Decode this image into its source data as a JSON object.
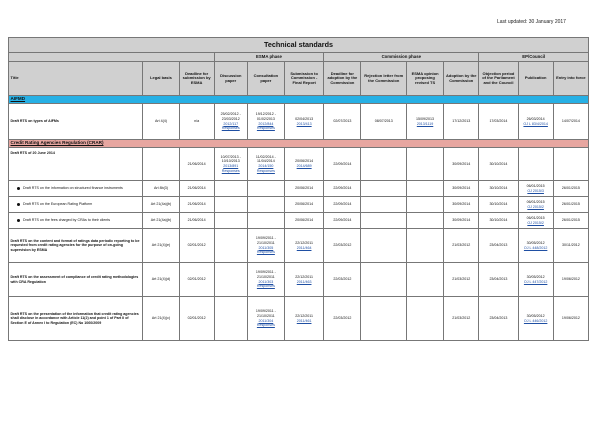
{
  "last_updated": "Last updated: 30 January 2017",
  "table_title": "Technical standards",
  "phases": {
    "esma": "ESMA phase",
    "commission": "Commission phase",
    "ep_council": "EP/Council"
  },
  "columns": {
    "title": "Title",
    "legal_basis": "Legal basis",
    "deadline_esma": "Deadline for submission by ESMA",
    "discussion": "Discussion paper",
    "consultation": "Consultation paper",
    "submission": "Submission to Commission - Final Report",
    "deadline_commission": "Deadline for adoption by the Commission",
    "rejection": "Rejection letter from the Commission",
    "esma_opinion": "ESMA opinion proposing revised TS",
    "adoption": "Adoption by the Commission",
    "objection": "Objection period of the Parliament and the Council",
    "publication": "Publication",
    "entry": "Entry into force"
  },
  "sections": {
    "aifmd": "AIFMD",
    "cra": "Credit Rating Agencies Regulation (CRAR)"
  },
  "rows": [
    {
      "title": "Draft RTS on types of AIFMs",
      "legal": "Art 4(4)",
      "deadline_esma": "n/a",
      "disc_dates": "25/02/2012 - 23/03/2012",
      "disc_link": "2012/117",
      "disc_resp": "Responses",
      "cons_dates": "19/12/2012 - 01/02/2013",
      "cons_link": "2012/844",
      "cons_resp": "Responses",
      "sub_date": "02/04/2013",
      "sub_link": "2013/413",
      "dl_comm": "02/07/2013",
      "rejection": "08/07/2013",
      "op_date": "15/09/2013",
      "op_link": "2013/1119",
      "adoption": "17/12/2013",
      "objection": "17/03/2014",
      "pub_date": "26/03/2014",
      "pub_link": "OJ L 83/4/2014",
      "entry": "14/07/2014"
    },
    {
      "title": "Draft RTS of 20 June 2014",
      "legal": "",
      "deadline_esma": "21/06/2014",
      "disc_dates": "10/07/2013 - 10/10/2013",
      "disc_link": "2013/891",
      "disc_resp": "Responses",
      "cons_dates": "11/02/2014 - 11/04/2014",
      "cons_link": "2014/150",
      "cons_resp": "Responses",
      "sub_date": "20/06/2014",
      "sub_link": "2014/689",
      "dl_comm": "22/09/2014",
      "rejection": "",
      "op_date": "",
      "op_link": "",
      "adoption": "30/09/2014",
      "objection": "30/10/2014",
      "pub_date": "",
      "pub_link": "",
      "entry": ""
    },
    {
      "title": "Draft RTS on the information on structured finance instruments",
      "legal": "Art 8b(3)",
      "deadline_esma": "21/06/2014",
      "sub_date": "20/06/2014",
      "dl_comm": "22/09/2014",
      "adoption": "30/09/2014",
      "objection": "30/10/2014",
      "pub_date": "06/01/2015",
      "pub_link": "OJ 2015/3",
      "entry": "26/01/2015"
    },
    {
      "title": "Draft RTS on the European Rating Platform",
      "legal": "Art 21(4a)(b)",
      "deadline_esma": "21/06/2014",
      "sub_date": "20/06/2014",
      "dl_comm": "22/09/2014",
      "adoption": "30/09/2014",
      "objection": "30/10/2014",
      "pub_date": "06/01/2015",
      "pub_link": "OJ 2015/2",
      "entry": "26/01/2015"
    },
    {
      "title": "Draft RTS on the fees charged by CRAs to their clients",
      "legal": "Art 21(4a)(b)",
      "deadline_esma": "21/06/2014",
      "sub_date": "20/06/2014",
      "dl_comm": "22/09/2014",
      "adoption": "30/09/2014",
      "objection": "30/10/2014",
      "pub_date": "06/01/2015",
      "pub_link": "OJ 2015/2",
      "entry": "26/01/2015"
    },
    {
      "title": "Draft RTS on the content and format of ratings data periodic reporting to be requested from credit rating agencies for the purpose of on-going supervision by ESMA",
      "legal": "Art 21(4)(e)",
      "deadline_esma": "02/01/2012",
      "cons_dates": "19/09/2011 - 21/10/2011",
      "cons_link": "2011/305",
      "cons_resp": "Responses",
      "sub_date": "22/12/2011",
      "sub_link": "2011/464",
      "dl_comm": "22/03/2012",
      "adoption": "21/03/2012",
      "objection": "23/04/2013",
      "pub_date": "30/05/2012",
      "pub_link": "OJ L 448/2012",
      "entry": "30/11/2012"
    },
    {
      "title": "Draft RTS on the assessment of compliance of credit rating methodologies with CRA Regulation",
      "legal": "Art 21(4)(d)",
      "deadline_esma": "02/01/2012",
      "cons_dates": "19/09/2011 - 21/10/2011",
      "cons_link": "2011/303",
      "cons_resp": "Responses",
      "sub_date": "22/12/2011",
      "sub_link": "2011/463",
      "dl_comm": "22/03/2012",
      "adoption": "21/03/2012",
      "objection": "23/04/2013",
      "pub_date": "30/05/2012",
      "pub_link": "OJ L 447/2012",
      "entry": "19/06/2012"
    },
    {
      "title": "Draft RTS on the presentation of the information that credit rating agencies shall disclose in accordance with Article 11(2) and point 1 of Part II of Section E of Annex I to Regulation (EC) No 1060/2009",
      "legal": "Art 21(4)(c)",
      "deadline_esma": "02/01/2012",
      "cons_dates": "19/09/2011 - 21/10/2011",
      "cons_link": "2011/304",
      "cons_resp": "Responses",
      "sub_date": "22/12/2011",
      "sub_link": "2011/461",
      "dl_comm": "22/03/2012",
      "adoption": "21/03/2012",
      "objection": "23/04/2013",
      "pub_date": "30/05/2012",
      "pub_link": "OJ L 446/2012",
      "entry": "19/06/2012"
    }
  ]
}
